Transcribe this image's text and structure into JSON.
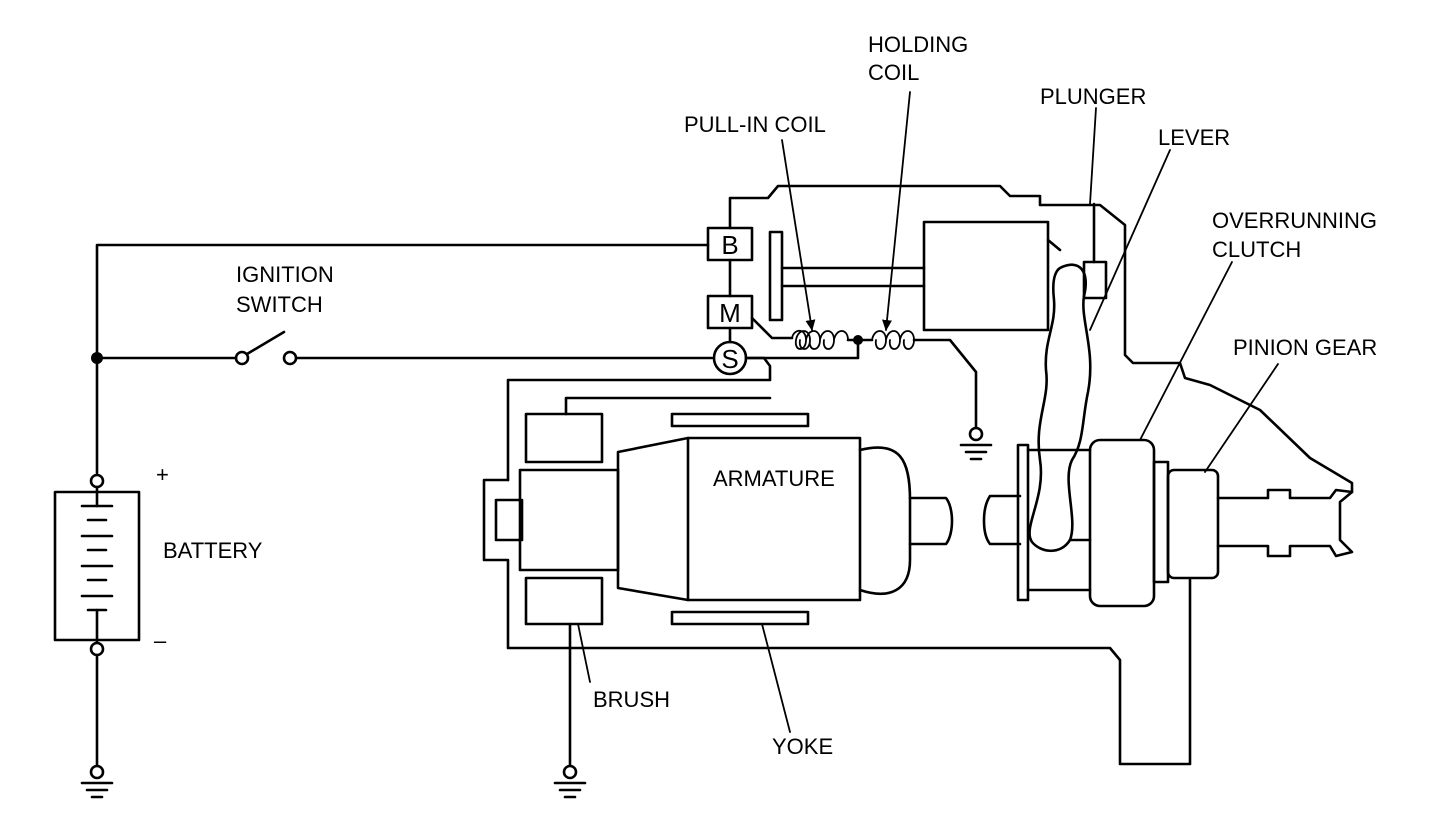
{
  "labels": {
    "holding_coil_line1": "HOLDING",
    "holding_coil_line2": "COIL",
    "pull_in_coil": "PULL-IN COIL",
    "plunger": "PLUNGER",
    "lever": "LEVER",
    "overrunning_line1": "OVERRUNNING",
    "overrunning_line2": "CLUTCH",
    "pinion_gear": "PINION GEAR",
    "ignition_line1": "IGNITION",
    "ignition_line2": "SWITCH",
    "armature": "ARMATURE",
    "battery": "BATTERY",
    "brush": "BRUSH",
    "yoke": "YOKE",
    "plus": "+",
    "minus": "–"
  },
  "terminals": {
    "b": "B",
    "m": "M",
    "s": "S"
  }
}
